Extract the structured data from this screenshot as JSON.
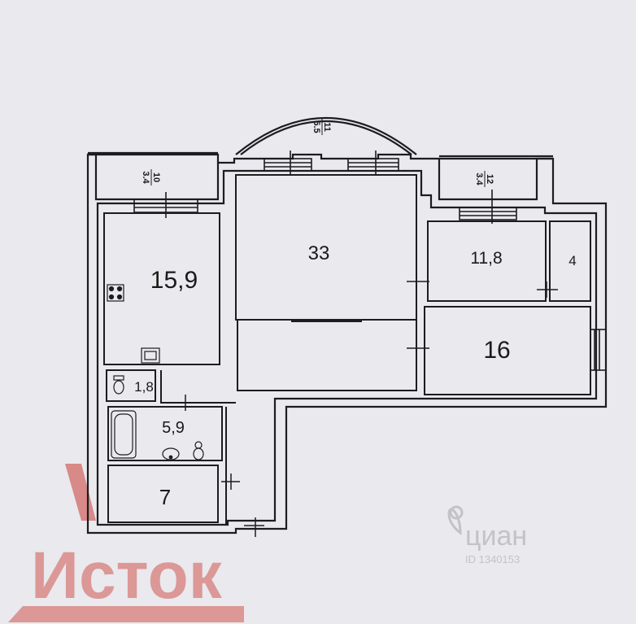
{
  "rooms": {
    "kitchen": "15,9",
    "living": "33",
    "bedroom_1": "11,8",
    "storage": "4",
    "bedroom_2": "16",
    "toilet": "1,8",
    "bathroom": "5,9",
    "hall": "7"
  },
  "balconies": {
    "left": {
      "number": "10",
      "area": "3.4"
    },
    "center": {
      "number": "11",
      "area": "5.5"
    },
    "right": {
      "number": "12",
      "area": "3.4"
    }
  },
  "watermarks": {
    "brand_logo": "Исток",
    "listing_site": "циан",
    "listing_id": "ID 1340153"
  },
  "colors": {
    "paper": "#e9e9ee",
    "wall": "#1d1d1f",
    "brand_red": "#c5312f",
    "watermark_gray": "#b9b9c0"
  }
}
